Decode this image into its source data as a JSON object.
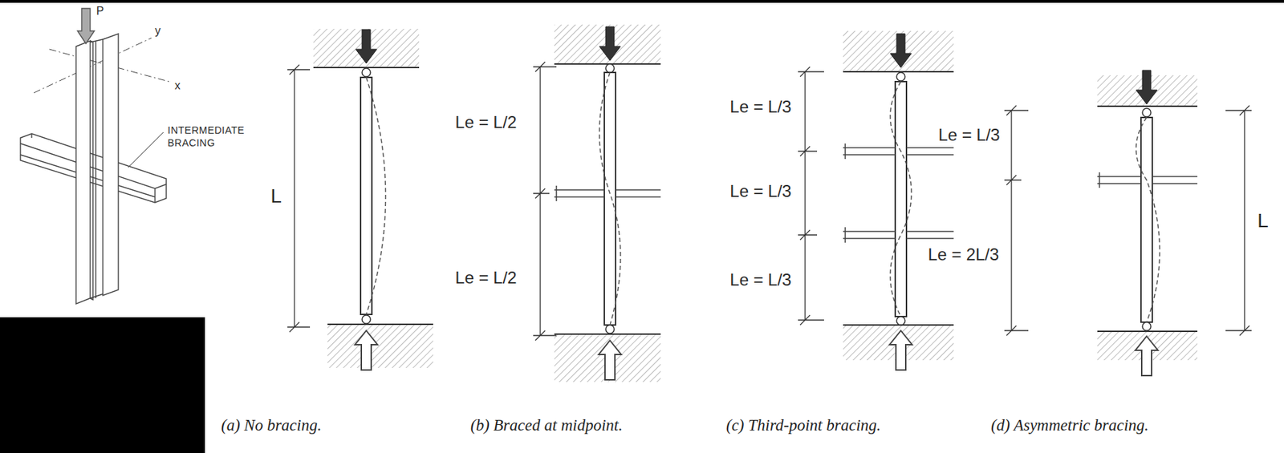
{
  "diagram": {
    "labels": [
      "P",
      "y",
      "x",
      "INTERMEDIATE BRACING",
      "L",
      "Le = L/2",
      "Le = L/2",
      "Le = L/3",
      "Le = L/3",
      "Le = L/3",
      "Le = L/3",
      "L",
      "Le = 2L/3",
      "(a) No bracing.",
      "(b) Braced at midpoint.",
      "(c) Third-point bracing.",
      "(d) Asymmetric bracing."
    ]
  }
}
